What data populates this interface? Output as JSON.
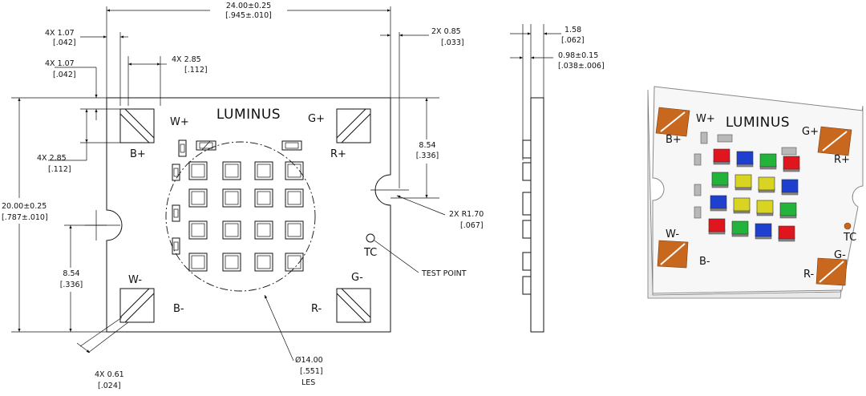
{
  "brand": "LUMINUS",
  "pads": {
    "w_plus": "W+",
    "b_plus": "B+",
    "g_plus": "G+",
    "r_plus": "R+",
    "w_minus": "W-",
    "b_minus": "B-",
    "g_minus": "G-",
    "r_minus": "R-"
  },
  "test_point": {
    "label": "TC",
    "callout": "TEST POINT"
  },
  "dimensions": {
    "width": [
      "24.00±0.25",
      "[.945±.010]"
    ],
    "height": [
      "20.00±0.25",
      "[.787±.010]"
    ],
    "pad_inset_x": [
      "4X 1.07",
      "[.042]"
    ],
    "pad_inset_y": [
      "4X 1.07",
      "[.042]"
    ],
    "pad_size_x": [
      "4X 2.85",
      "[.112]"
    ],
    "pad_size_y": [
      "4X 2.85",
      "[.112]"
    ],
    "notch_offset_right": [
      "8.54",
      "[.336]"
    ],
    "notch_offset_left": [
      "8.54",
      "[.336]"
    ],
    "notch_inset": [
      "2X 0.85",
      "[.033]"
    ],
    "notch_radius": [
      "2X R1.70",
      "[.067]"
    ],
    "pad_gap": [
      "4X 0.61",
      "[.024]"
    ],
    "les": [
      "Ø14.00",
      "[.551]",
      "LES"
    ],
    "board_thickness": [
      "1.58",
      "[.062]"
    ],
    "led_height": [
      "0.98±0.15",
      "[.038±.006]"
    ]
  },
  "colors": {
    "copper_pad": "#c8681e",
    "red": "#e0161e",
    "green": "#22b33a",
    "blue": "#1f3fcf",
    "yellow": "#d8d421"
  },
  "render_grid": [
    [
      "red",
      "blue",
      "green",
      "red"
    ],
    [
      "green",
      "yellow",
      "yellow",
      "blue"
    ],
    [
      "blue",
      "yellow",
      "yellow",
      "green"
    ],
    [
      "red",
      "green",
      "blue",
      "red"
    ]
  ]
}
